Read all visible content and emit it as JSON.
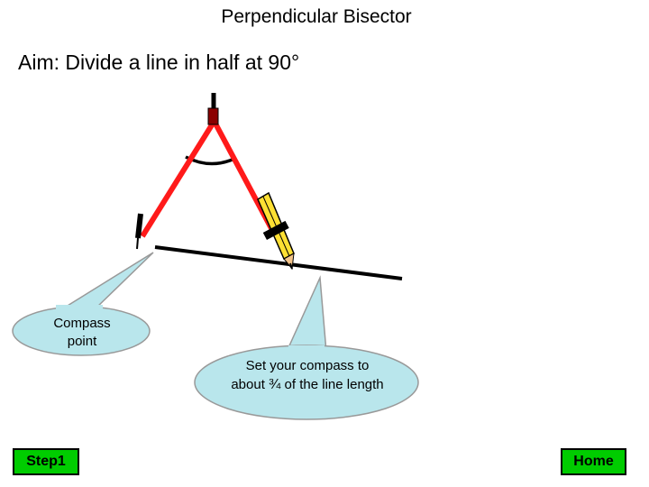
{
  "page": {
    "title": "Perpendicular Bisector",
    "aim": "Aim: Divide a line in half at 90°"
  },
  "callouts": {
    "compass_point": [
      "Compass",
      "point"
    ],
    "set_compass_pre": "Set your compass to about ",
    "set_compass_fraction": "¾",
    "set_compass_post": " of the line length"
  },
  "buttons": {
    "step": "Step1",
    "home": "Home"
  },
  "colors": {
    "button_green": "#00cc00",
    "compass_leg_red": "#ff1a1a",
    "hinge_dark_red": "#8b0000",
    "pencil_yellow": "#ffe033",
    "bubble_fill": "#b9e6ec",
    "bubble_stroke": "#999999"
  }
}
